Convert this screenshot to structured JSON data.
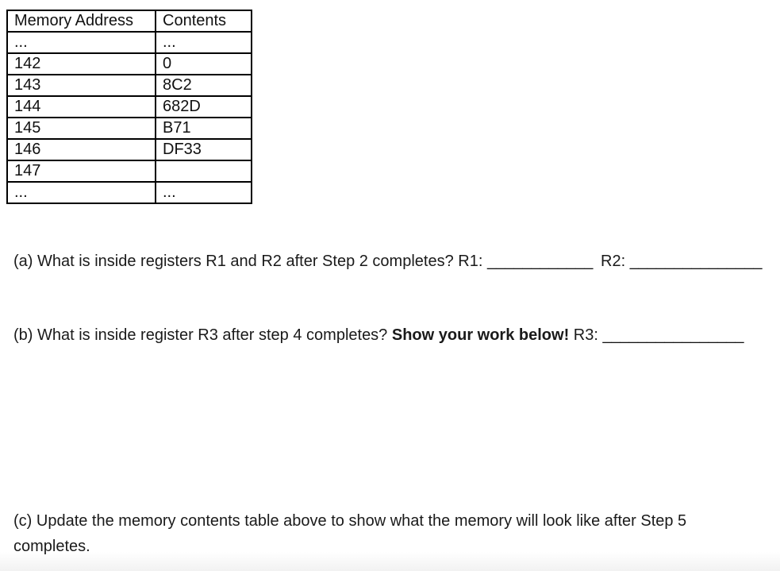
{
  "page": {
    "text_color": "#1a1a1a",
    "background": "#ffffff",
    "border_color": "#000000"
  },
  "memory_table": {
    "headers": [
      "Memory Address",
      "Contents"
    ],
    "rows": [
      {
        "address": "...",
        "contents": "..."
      },
      {
        "address": "142",
        "contents": "0"
      },
      {
        "address": "143",
        "contents": "8C2"
      },
      {
        "address": "144",
        "contents": "682D"
      },
      {
        "address": "145",
        "contents": "B71"
      },
      {
        "address": "146",
        "contents": "DF33"
      },
      {
        "address": "147",
        "contents": ""
      },
      {
        "address": "...",
        "contents": "..."
      }
    ]
  },
  "questions": {
    "a": {
      "text": "(a) What is inside registers R1 and R2 after Step 2 completes?",
      "r1_label": "R1:",
      "r1_blank": "____________",
      "r2_label": "R2:",
      "r2_blank": "_______________"
    },
    "b": {
      "text": "(b) What is inside register R3 after step 4 completes?",
      "bold_text": "Show your work below!",
      "r3_label": "R3:",
      "r3_blank": "________________"
    },
    "c": {
      "text": "(c) Update the memory contents table above to show what the memory will look like after Step 5 completes."
    }
  }
}
